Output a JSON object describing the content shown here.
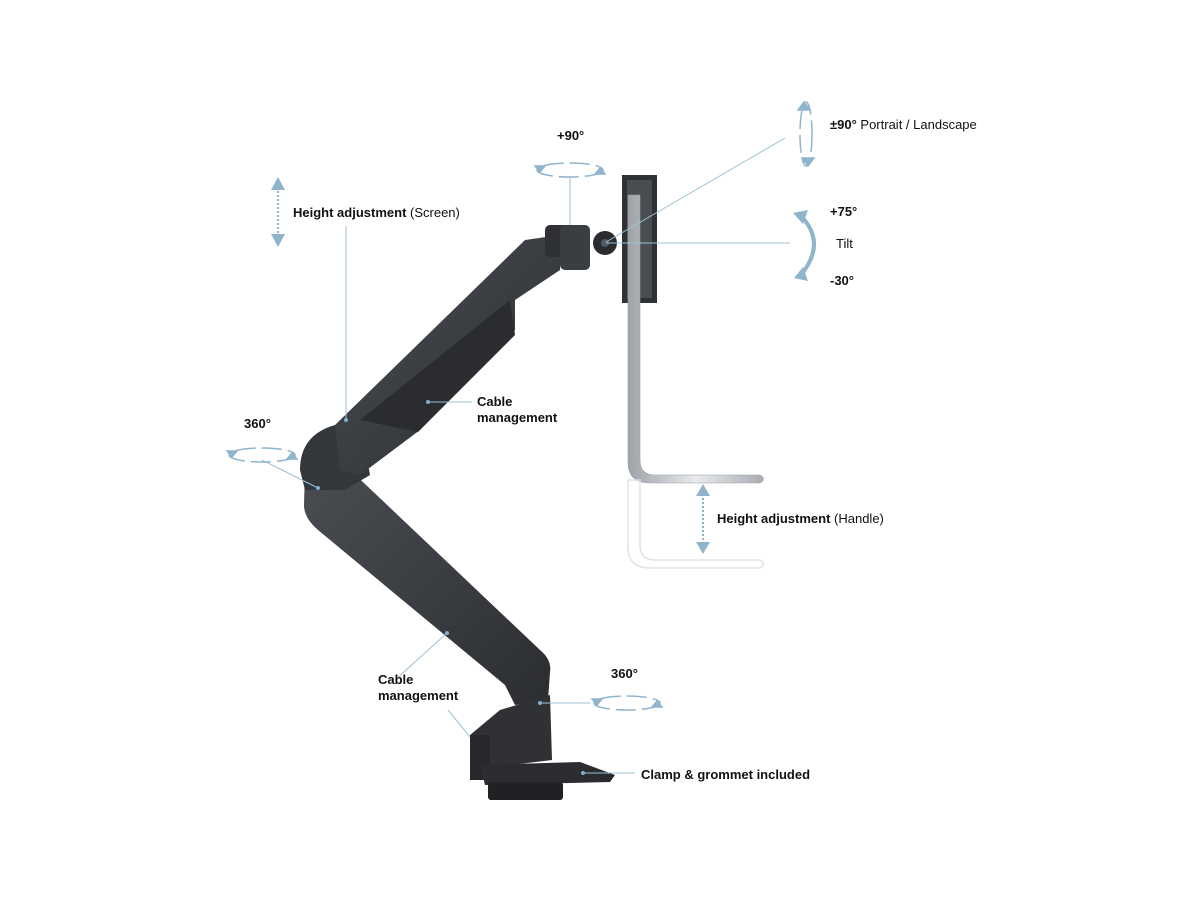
{
  "labels": {
    "height_screen": {
      "bold": "Height adjustment",
      "normal": " (Screen)"
    },
    "swivel_top": "+90°",
    "portrait": {
      "bold": "±90°",
      "normal": " Portrait / Landscape"
    },
    "tilt_up": "+75°",
    "tilt": "Tilt",
    "tilt_down": "-30°",
    "cable_upper": {
      "line1": "Cable",
      "line2": "management"
    },
    "rotate_elbow": "360°",
    "height_handle": {
      "bold": "Height adjustment",
      "normal": " (Handle)"
    },
    "cable_lower": {
      "line1": "Cable",
      "line2": "management"
    },
    "rotate_base": "360°",
    "clamp": "Clamp & grommet included"
  },
  "colors": {
    "arm": "#3b3e43",
    "arm_dark": "#26282c",
    "accent_arrow": "#8fb4cc",
    "leader_line": "#9cc2d6",
    "pole": "#c9ccd0"
  }
}
